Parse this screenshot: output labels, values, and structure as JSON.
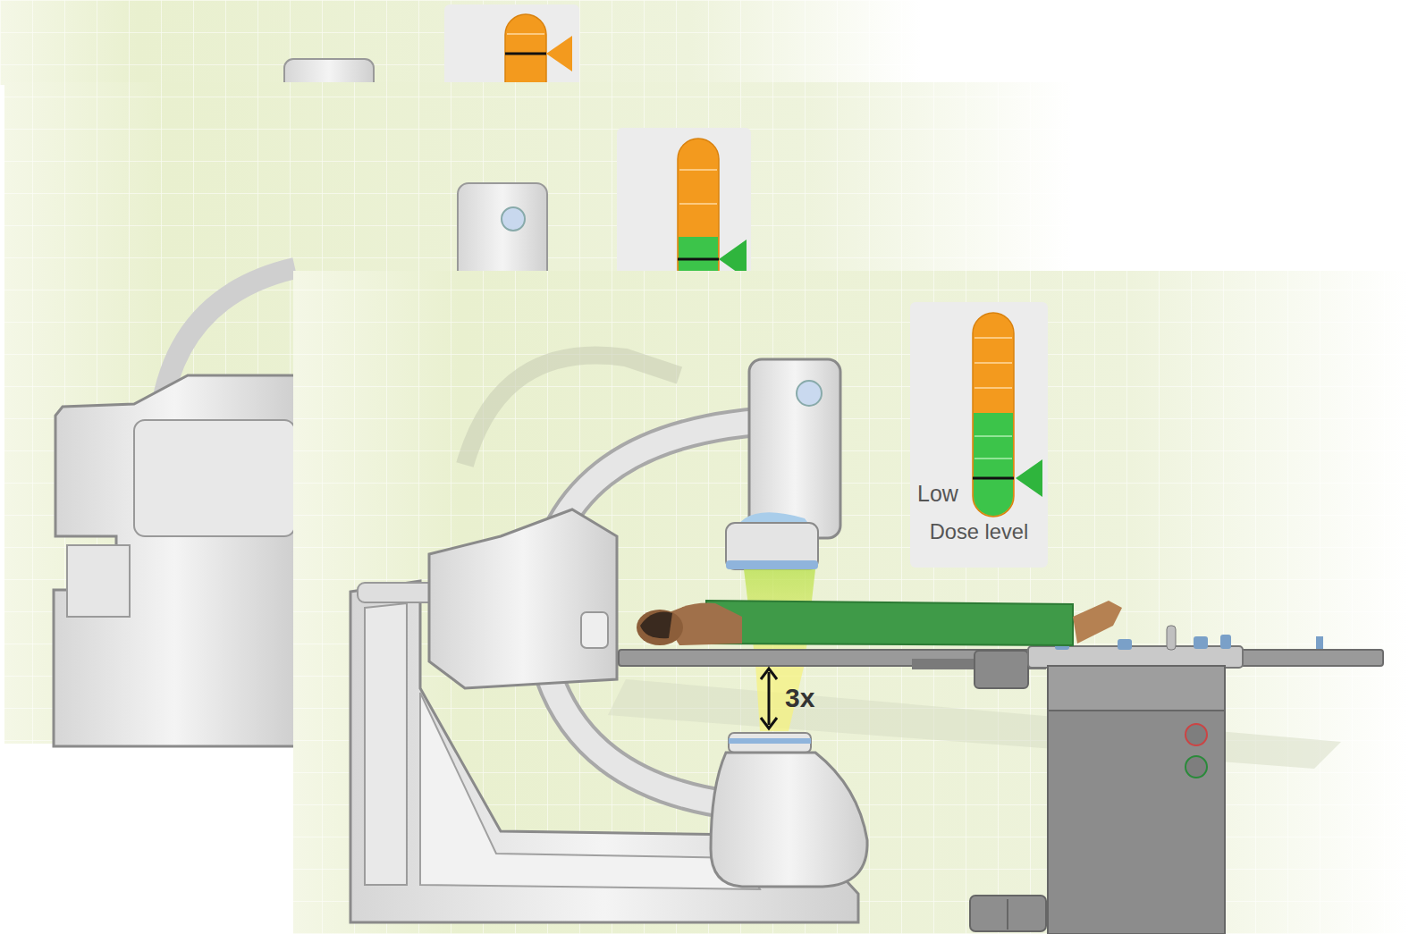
{
  "diagram": {
    "nodes": [
      {
        "text": [
          "Low",
          "Dose level"
        ]
      }
    ],
    "labels": [
      "3x"
    ]
  }
}
